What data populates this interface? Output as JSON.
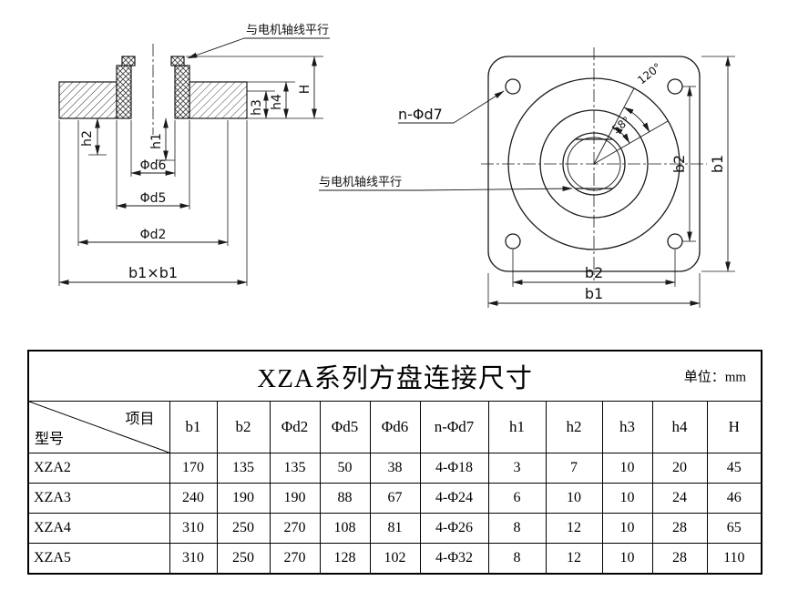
{
  "drawing": {
    "left": {
      "parallel_label": "与电机轴线平行",
      "dim_h1": "h1",
      "dim_h2": "h2",
      "dim_h3": "h3",
      "dim_h4": "h4",
      "dim_H": "H",
      "dim_d6": "Φd6",
      "dim_d5": "Φd5",
      "dim_d2": "Φd2",
      "dim_b1xb1": "b1×b1"
    },
    "right": {
      "holes_label": "n-Φd7",
      "parallel_label": "与电机轴线平行",
      "angle_outer": "120°",
      "angle_inner": "58°",
      "dim_b2_vertical": "b2",
      "dim_b1_vertical": "b1",
      "dim_b2_horizontal": "b2",
      "dim_b1_horizontal": "b1"
    }
  },
  "table": {
    "title": "XZA系列方盘连接尺寸",
    "unit": "单位：mm",
    "corner_top": "项目",
    "corner_bottom": "型号",
    "columns": [
      "b1",
      "b2",
      "Φd2",
      "Φd5",
      "Φd6",
      "n-Φd7",
      "h1",
      "h2",
      "h3",
      "h4",
      "H"
    ],
    "rows": [
      {
        "model": "XZA2",
        "values": [
          "170",
          "135",
          "135",
          "50",
          "38",
          "4-Φ18",
          "3",
          "7",
          "10",
          "20",
          "45"
        ]
      },
      {
        "model": "XZA3",
        "values": [
          "240",
          "190",
          "190",
          "88",
          "67",
          "4-Φ24",
          "6",
          "10",
          "10",
          "24",
          "46"
        ]
      },
      {
        "model": "XZA4",
        "values": [
          "310",
          "250",
          "270",
          "108",
          "81",
          "4-Φ26",
          "8",
          "12",
          "10",
          "28",
          "65"
        ]
      },
      {
        "model": "XZA5",
        "values": [
          "310",
          "250",
          "270",
          "128",
          "102",
          "4-Φ32",
          "8",
          "12",
          "10",
          "28",
          "110"
        ]
      }
    ]
  }
}
